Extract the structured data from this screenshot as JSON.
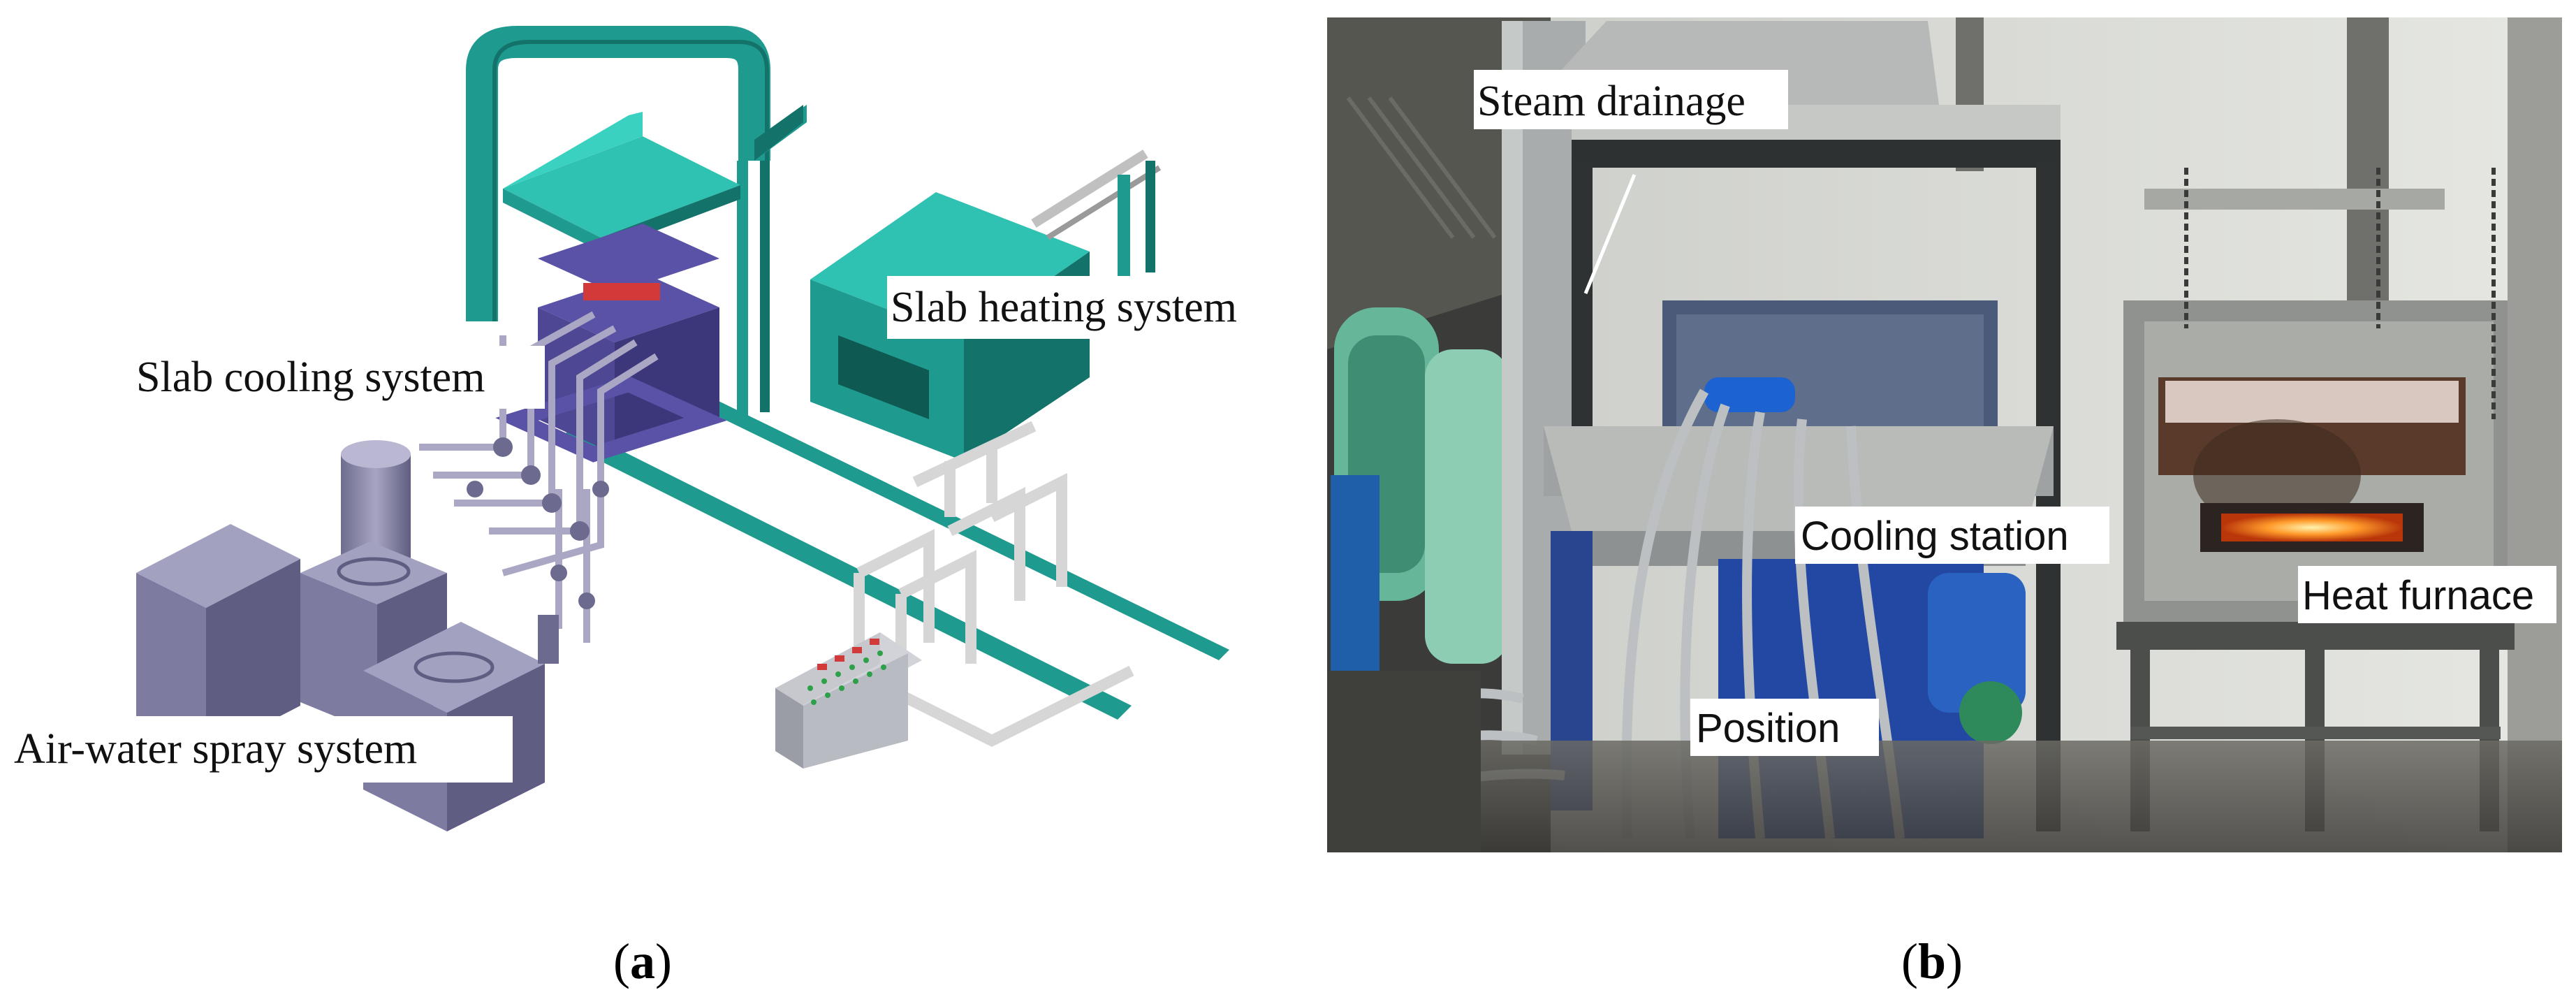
{
  "panel_a": {
    "labels": {
      "slab_cooling": "Slab cooling system",
      "slab_heating": "Slab heating system",
      "air_water_spray": "Air-water spray system"
    },
    "caption": {
      "open": "(",
      "letter": "a",
      "close": ")"
    }
  },
  "panel_b": {
    "labels": {
      "steam_drainage": "Steam drainage",
      "cooling_station": "Cooling station",
      "heat_furnace": "Heat furnace",
      "position": "Position"
    },
    "caption": {
      "open": "(",
      "letter": "b",
      "close": ")"
    }
  },
  "colors": {
    "teal": "#1f9a8e",
    "teal_dark": "#13736a",
    "purple": "#5a52a6",
    "purple_dark": "#3c367a",
    "gray_purple": "#8c8aa8"
  }
}
